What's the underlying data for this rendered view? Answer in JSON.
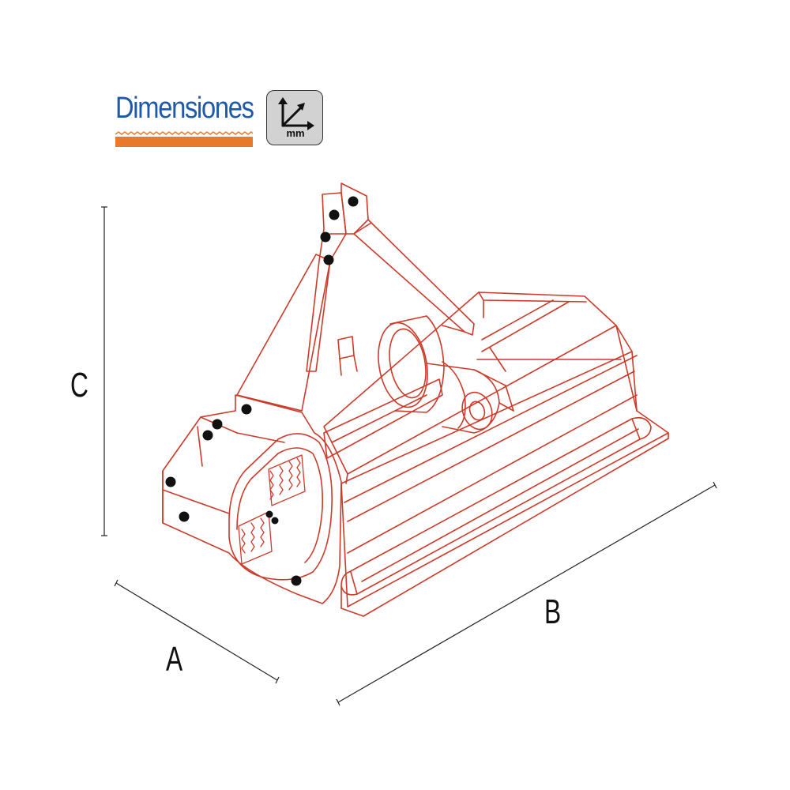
{
  "header": {
    "title": "Dimensiones",
    "title_color": "#1f5aa8",
    "bar_color": "#e8792a",
    "unit_badge": {
      "label": "mm",
      "icon": "axes-arrows-icon",
      "background": "#d2d2d2"
    }
  },
  "diagram": {
    "subject": "flail-mower-line-drawing",
    "stroke_color": "#cc3b2a",
    "dimensions": [
      {
        "id": "A",
        "label": "A"
      },
      {
        "id": "B",
        "label": "B"
      },
      {
        "id": "C",
        "label": "C"
      }
    ]
  }
}
